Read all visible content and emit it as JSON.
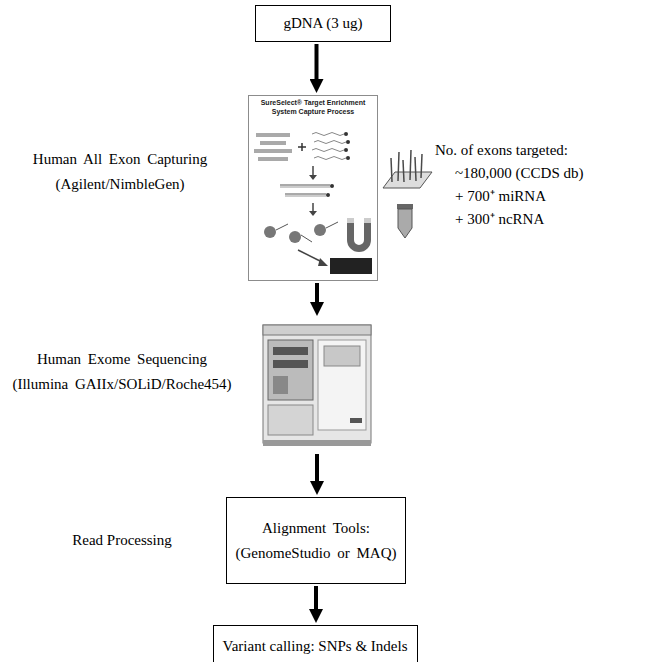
{
  "diagram": {
    "nodes": [
      {
        "text": [
          "gDNA (3 ug)"
        ]
      },
      {
        "text": [
          "Human All Exon Capturing (Agilent/NimbleGen)",
          "SureSelect® Target Enrichment System Capture Process"
        ]
      },
      {
        "text": [
          "Human Exome Sequencing (Illumina GAIIx/SOLiD/Roche454)"
        ]
      },
      {
        "text": [
          "Read Processing",
          "Alignment Tools: (GenomeStudio or MAQ)"
        ]
      },
      {
        "text": [
          "Variant calling: SNPs & Indels"
        ]
      }
    ],
    "edges": [
      {
        "from": 0,
        "to": 1,
        "arrow": "to"
      },
      {
        "from": 1,
        "to": 2,
        "arrow": "to"
      },
      {
        "from": 2,
        "to": 3,
        "arrow": "to"
      },
      {
        "from": 3,
        "to": 4,
        "arrow": "to"
      }
    ],
    "labels": [
      "No. of exons targeted:",
      "~180,000 (CCDS db)",
      "+ 700⁺ miRNA",
      "+ 300⁺ ncRNA"
    ]
  }
}
